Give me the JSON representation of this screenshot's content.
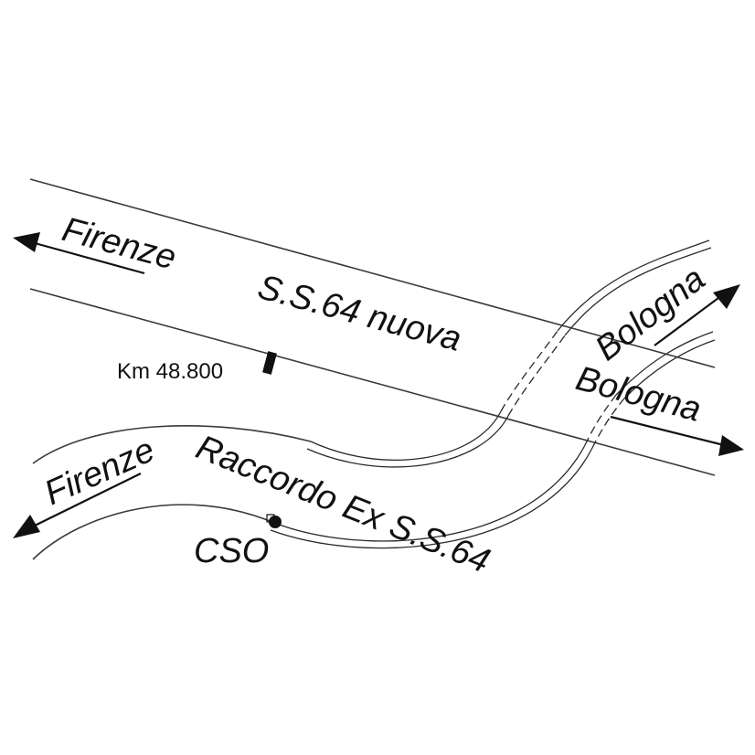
{
  "labels": {
    "firenze_top": "Firenze",
    "ss64_nuova": "S.S.64 nuova",
    "km_marker": "Km 48.800",
    "bologna_upper": "Bologna",
    "bologna_lower": "Bologna",
    "firenze_bottom": "Firenze",
    "raccordo": "Raccordo Ex S.S.64",
    "cso": "CSO"
  },
  "colors": {
    "line": "#3a3a3a",
    "ink": "#111111",
    "background": "#ffffff"
  }
}
